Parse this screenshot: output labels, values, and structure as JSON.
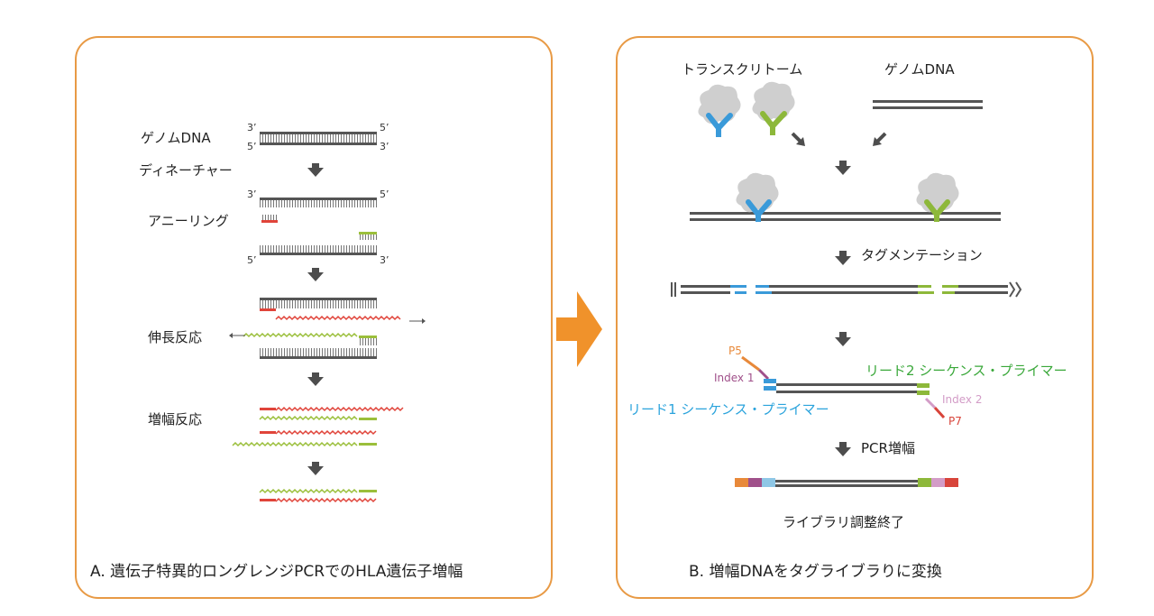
{
  "panel_a": {
    "caption": "A.  遺伝子特異的ロングレンジPCRでのHLA遺伝子増幅",
    "steps": {
      "genomic_dna": "ゲノムDNA",
      "denature": "ディネーチャー",
      "anneal": "アニーリング",
      "extension": "伸長反応",
      "amplification": "増幅反応"
    },
    "ends": {
      "three_prime": "3’",
      "five_prime": "5’"
    }
  },
  "panel_b": {
    "caption": "B. 増幅DNAをタグライブラりに変換",
    "transcriptome": "トランスクリトーム",
    "genomic_dna": "ゲノムDNA",
    "tagmentation": "タグメンテーション",
    "p5": "P5",
    "p7": "P7",
    "index1": "Index 1",
    "index2": "Index 2",
    "read2_primer": "リード2 シーケンス・プライマー",
    "read1_primer": "リード1 シーケンス・プライマー",
    "pcr": "PCR増幅",
    "library_done": "ライブラリ調整終了"
  },
  "colors": {
    "panel_border": "#e89a45",
    "arrow_orange": "#f0922b",
    "dna_gray": "#555555",
    "primer_red": "#e0443a",
    "primer_green": "#9bbf3b",
    "transposase_blue": "#3a9ad9",
    "transposase_green": "#8db83a",
    "read1_text": "#2aa3dc",
    "read2_text": "#3aa83a",
    "index1_color": "#a0508a",
    "index2_color": "#d39cc7",
    "p5_color": "#e8893a",
    "p7_color": "#d8443a"
  },
  "icons": [
    "big-orange-arrow",
    "down-arrow-icon",
    "enzyme-icon"
  ]
}
